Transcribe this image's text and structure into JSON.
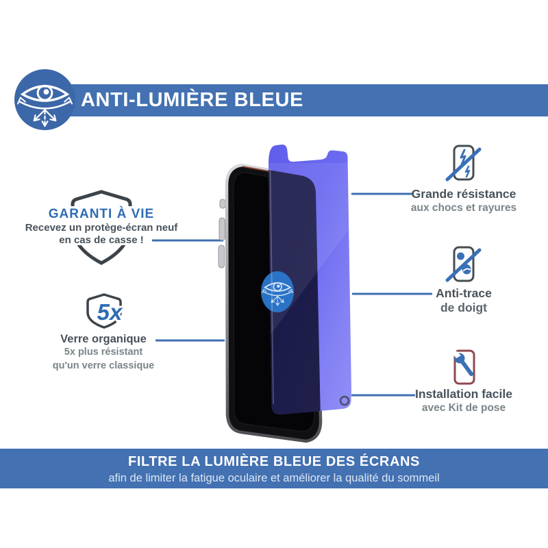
{
  "header": {
    "title": "ANTI-LUMIÈRE BLEUE"
  },
  "warranty": {
    "title": "GARANTI À VIE",
    "line1": "Recevez un protège-écran neuf",
    "line2": "en cas de casse !"
  },
  "glass": {
    "badge": "5x",
    "title": "Verre organique",
    "line1": "5x plus résistant",
    "line2": "qu'un verre classique"
  },
  "features": [
    {
      "line1": "Grande résistance",
      "line2": "aux chocs et rayures"
    },
    {
      "line1": "Anti-trace",
      "line2": "de doigt"
    },
    {
      "line1": "Installation facile",
      "line2": "avec Kit de pose"
    }
  ],
  "footer": {
    "title": "FILTRE LA LUMIÈRE BLEUE DES ÉCRANS",
    "subtitle": "afin de limiter la fatigue oculaire et améliorer la qualité du sommeil"
  },
  "colors": {
    "banner_blue": "#4371b1",
    "header_circle_blue": "#3c67a8",
    "accent_blue": "#2e6cb3",
    "callout_line_blue": "#3f6fb0",
    "protector_violet": "#6b69f0",
    "badge_eye_blue": "#2b77cc",
    "dark_text": "#48525a",
    "gray_text": "#7b8489",
    "icon_outline": "#454d52",
    "install_icon_outline": "#8e4a51",
    "feature_icon_blue": "#3a70b6"
  }
}
